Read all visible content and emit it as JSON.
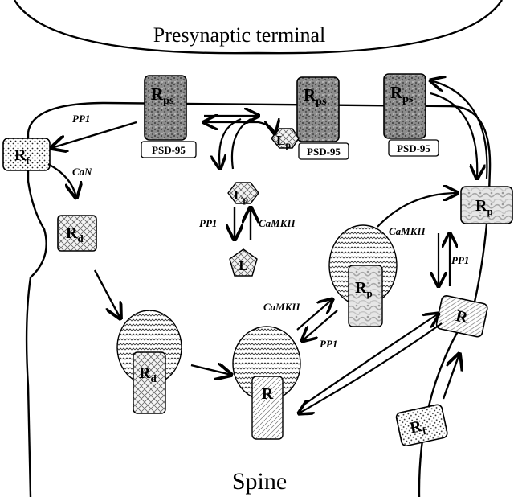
{
  "titles": {
    "presynaptic": "Presynaptic terminal",
    "spine": "Spine"
  },
  "receptor_labels": {
    "ps_main": "R",
    "ps_sub": "ps",
    "f_main": "R",
    "f_sub": "f",
    "d_main": "R",
    "d_sub": "d",
    "p_main": "R",
    "p_sub": "p",
    "r_main": "R",
    "l_main": "L",
    "lp_main": "L",
    "lp_sub": "p"
  },
  "scaffold_label": "PSD-95",
  "enzymes": {
    "pp1": "PP1",
    "can": "CaN",
    "camkii": "CaMKII"
  }
}
